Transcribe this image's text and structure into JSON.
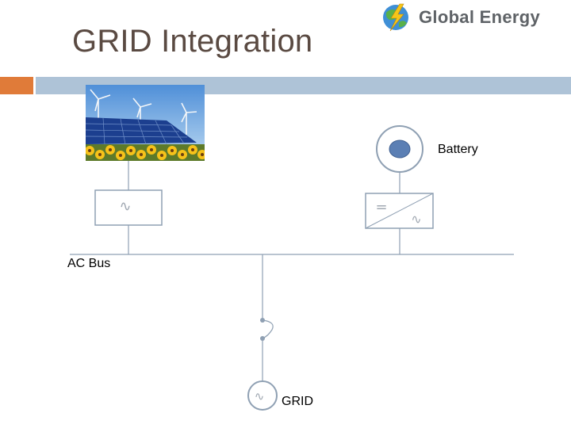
{
  "header": {
    "title": "GRID Integration",
    "logo_text": "Global Energy",
    "logo_icon": "globe-lightning-icon"
  },
  "diagram": {
    "labels": {
      "battery": "Battery",
      "ac_bus": "AC Bus",
      "grid": "GRID"
    },
    "inverter_symbol": "∿",
    "converter_dc_symbol": "=",
    "converter_ac_symbol": "∿",
    "grid_source_symbol": "∿",
    "renewables_photo": "solar-panels-wind-turbines-sunflowers"
  },
  "colors": {
    "title": "#5a4a42",
    "accent_bar": "#e07b39",
    "header_bar": "#aec3d7",
    "line": "#8fa0b3",
    "symbol": "#a0a8b2",
    "battery_fill": "#5b7fb4",
    "logo_text": "#5f6367"
  }
}
